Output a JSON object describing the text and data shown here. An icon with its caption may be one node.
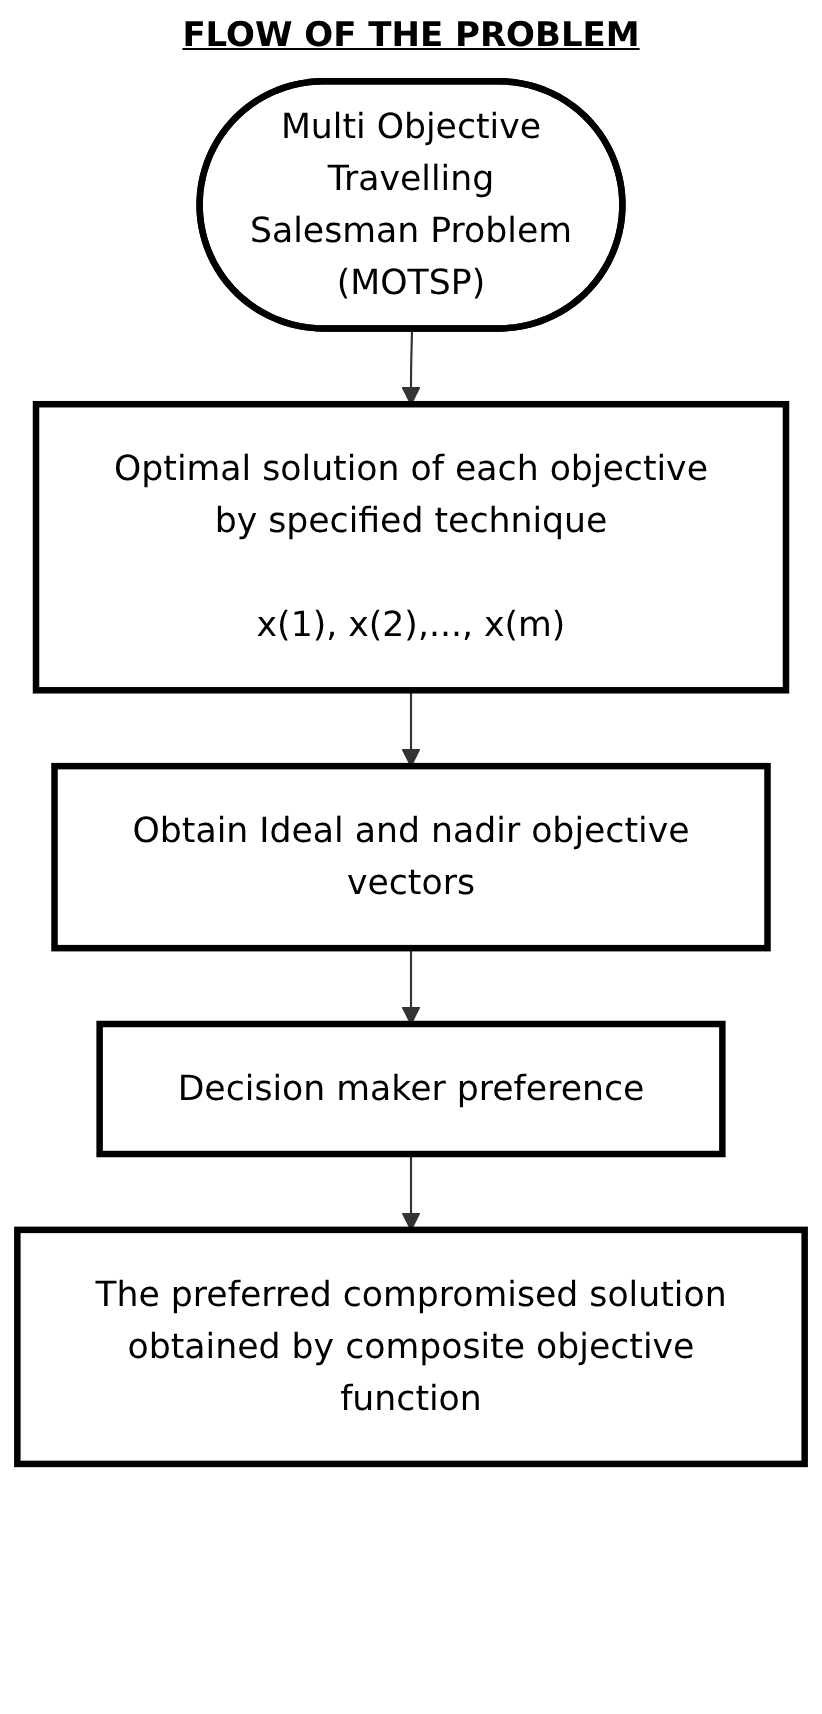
{
  "diagram": {
    "title": "FLOW OF THE PROBLEM",
    "nodes": [
      {
        "text": [
          "Multi Objective Travelling Salesman Problem (MOTSP)"
        ]
      },
      {
        "text": [
          "Optimal solution of each objective by specified technique",
          "x(1), x(2),..., x(m)"
        ]
      },
      {
        "text": [
          "Obtain Ideal and nadir objective vectors"
        ]
      },
      {
        "text": [
          "Decision maker preference"
        ]
      },
      {
        "text": [
          "The preferred compromised solution obtained by composite objective function"
        ]
      }
    ],
    "edges": [
      {
        "from": 0,
        "to": 1,
        "arrow": "to"
      },
      {
        "from": 1,
        "to": 2,
        "arrow": "to"
      },
      {
        "from": 2,
        "to": 3,
        "arrow": "to"
      },
      {
        "from": 3,
        "to": 4,
        "arrow": "to"
      }
    ]
  }
}
